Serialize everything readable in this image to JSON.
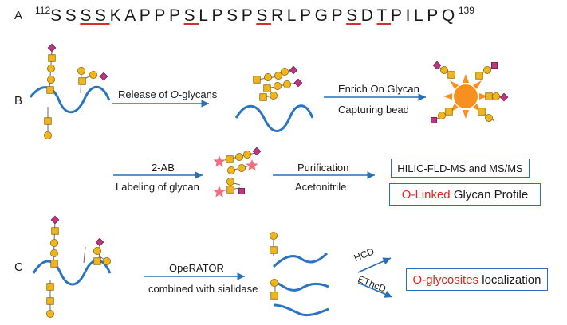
{
  "panels": {
    "a": "A",
    "b": "B",
    "c": "C"
  },
  "sequence": {
    "start": "112",
    "end": "139",
    "residues": [
      "S",
      "S",
      "S",
      "S",
      "K",
      "A",
      "P",
      "P",
      "P",
      "S",
      "L",
      "P",
      "S",
      "P",
      "S",
      "R",
      "L",
      "P",
      "G",
      "P",
      "S",
      "D",
      "T",
      "P",
      "I",
      "L",
      "P",
      "Q"
    ],
    "glycosite_indices": [
      2,
      3,
      9,
      14,
      20,
      22
    ],
    "underline_color": "#d23030"
  },
  "panel_b": {
    "step1": "Release of O-glycans",
    "step1_prefix": "Release of ",
    "step1_italic": "O",
    "step1_suffix": "-glycans",
    "step2_top": "Enrich On Glycan",
    "step2_bottom": "Capturing bead",
    "step3_top": "2-AB",
    "step3_bottom": "Labeling of glycan",
    "step4_top": "Purification",
    "step4_bottom": "Acetonitrile",
    "box1": "HILIC-FLD-MS and MS/MS",
    "box2_red": "O-Linked",
    "box2_rest": " Glycan Profile"
  },
  "panel_c": {
    "step1_top": "OpeRATOR",
    "step1_bottom": "combined with sialidase",
    "arrow_top": "HCD",
    "arrow_bottom": "EThcD",
    "box_red": "O-glycosites",
    "box_rest": " localization"
  },
  "colors": {
    "arrow": "#2a6fb5",
    "peptide": "#2a74c2",
    "galactose": "#f0b41c",
    "galnac": "#f0b41c",
    "sialic": "#c0357f",
    "bead": "#f7901e",
    "star": "#ef6f7f",
    "accent_red": "#e0261d"
  },
  "icons": {
    "galactose": "yellow-circle",
    "galnac": "yellow-square",
    "sialic_acid": "magenta-diamond",
    "label_tag": "pink-star",
    "bead": "orange-sun"
  }
}
